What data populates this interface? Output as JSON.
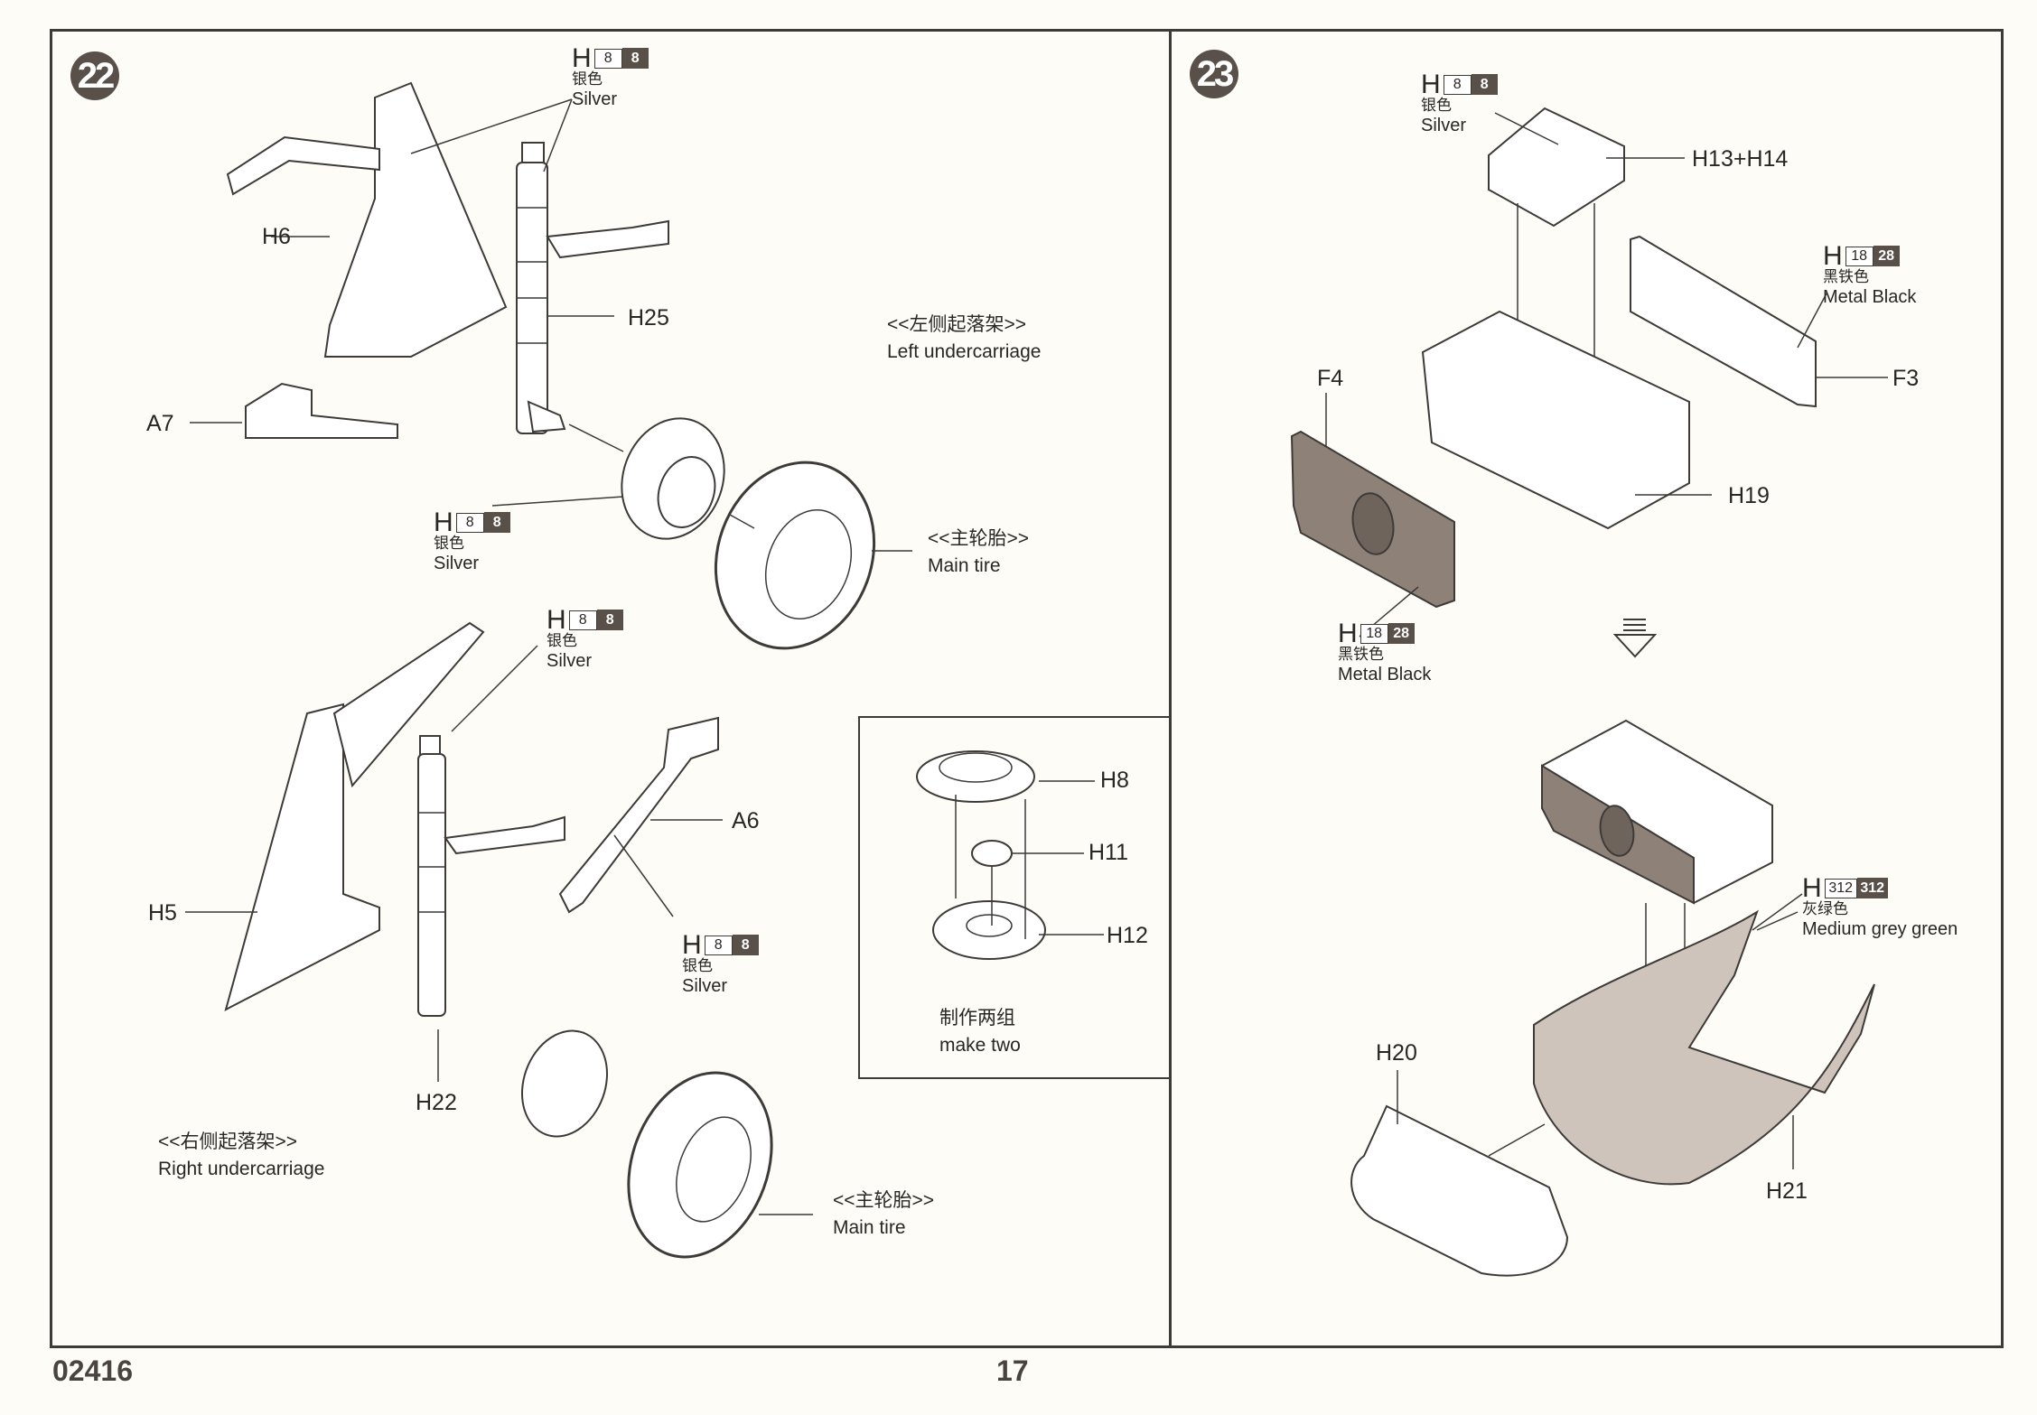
{
  "document": {
    "catalog_number": "02416",
    "page_number": "17"
  },
  "steps": [
    {
      "number": "22",
      "part_labels": {
        "h6": "H6",
        "h25": "H25",
        "a7": "A7",
        "h5": "H5",
        "a6": "A6",
        "h22": "H22"
      },
      "paint_callouts": [
        {
          "prefix": "H",
          "code_a": "8",
          "code_b": "8",
          "name_cn": "银色",
          "name_en": "Silver"
        },
        {
          "prefix": "H",
          "code_a": "8",
          "code_b": "8",
          "name_cn": "银色",
          "name_en": "Silver"
        },
        {
          "prefix": "H",
          "code_a": "8",
          "code_b": "8",
          "name_cn": "银色",
          "name_en": "Silver"
        },
        {
          "prefix": "H",
          "code_a": "8",
          "code_b": "8",
          "name_cn": "银色",
          "name_en": "Silver"
        }
      ],
      "captions": {
        "left_cn": "<<左侧起落架>>",
        "left_en": "Left undercarriage",
        "right_cn": "<<右侧起落架>>",
        "right_en": "Right undercarriage",
        "tire_top_cn": "<<主轮胎>>",
        "tire_top_en": "Main tire",
        "tire_bottom_cn": "<<主轮胎>>",
        "tire_bottom_en": "Main tire"
      },
      "inset": {
        "labels": {
          "h8": "H8",
          "h11": "H11",
          "h12": "H12"
        },
        "note_cn": "制作两组",
        "note_en": "make two"
      }
    },
    {
      "number": "23",
      "part_labels": {
        "h13_h14": "H13+H14",
        "f4": "F4",
        "f3": "F3",
        "h19": "H19",
        "h20": "H20",
        "h21": "H21"
      },
      "paint_callouts": [
        {
          "prefix": "H",
          "code_a": "8",
          "code_b": "8",
          "name_cn": "银色",
          "name_en": "Silver"
        },
        {
          "prefix": "H",
          "code_a": "18",
          "code_b": "28",
          "name_cn": "黑铁色",
          "name_en": "Metal  Black"
        },
        {
          "prefix": "H",
          "code_a": "18",
          "code_b": "28",
          "name_cn": "黑铁色",
          "name_en": "Metal  Black"
        },
        {
          "prefix": "H",
          "code_a": "312",
          "code_b": "312",
          "name_cn": "灰绿色",
          "name_en": "Medium grey green"
        }
      ]
    }
  ],
  "icons": {
    "step_badge": "numbered-circle",
    "sequence_arrow": "down-arrow-stacked-lines"
  },
  "colors": {
    "paper": "#fdfcf7",
    "ink": "#3d3a38",
    "badge_dark": "#5a504a",
    "grey_green_fill": "#cfc4bb",
    "metal_black_fill": "#8d8178"
  }
}
